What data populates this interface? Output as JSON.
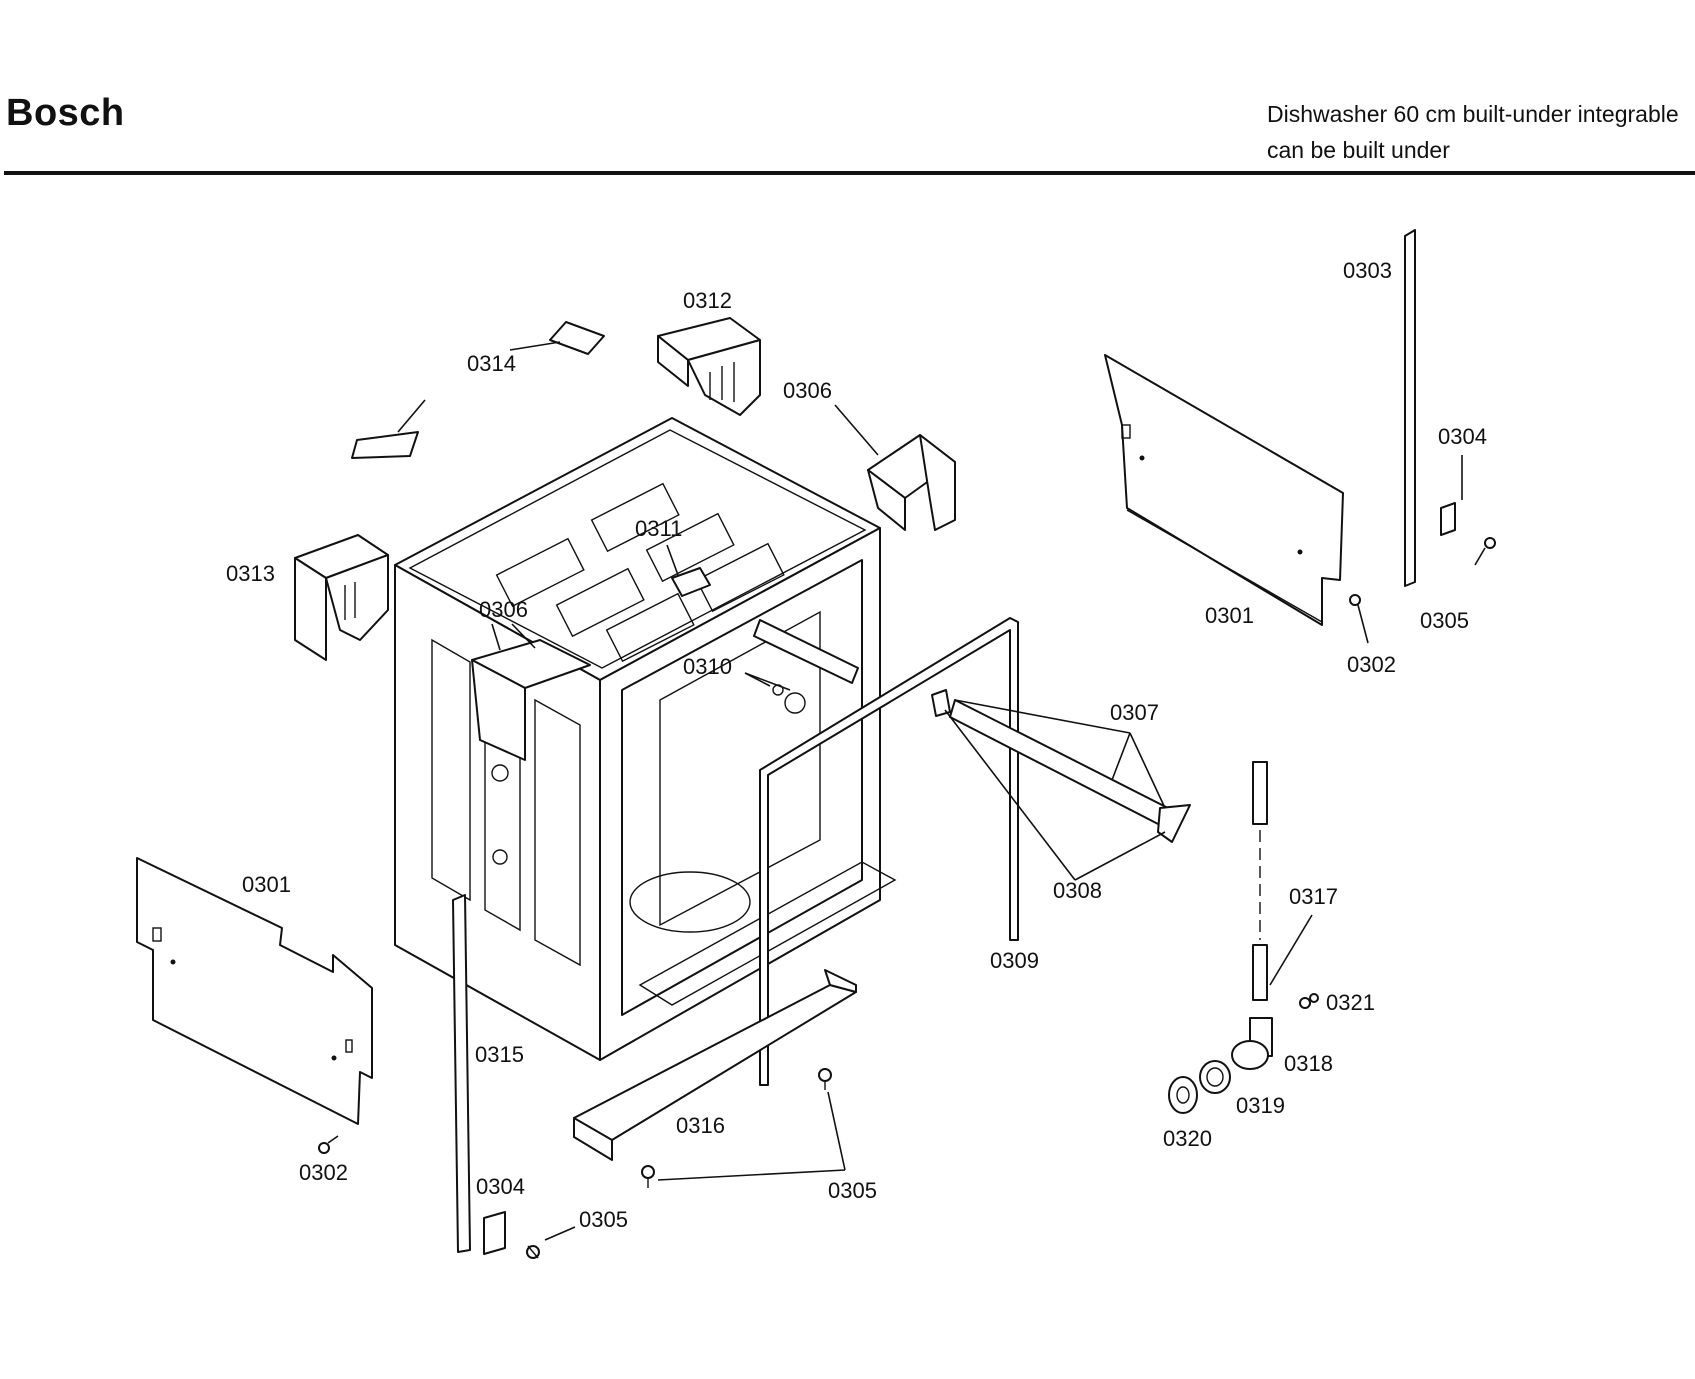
{
  "header": {
    "brand": "Bosch",
    "description_line1": "Dishwasher 60 cm built-under integrable",
    "description_line2": "can be built under"
  },
  "part_labels": {
    "p0312": "0312",
    "p0314": "0314",
    "p0306_top": "0306",
    "p0303": "0303",
    "p0304_right": "0304",
    "p0311": "0311",
    "p0313": "0313",
    "p0306_mid": "0306",
    "p0301_right": "0301",
    "p0305_right": "0305",
    "p0302_right": "0302",
    "p0310": "0310",
    "p0307": "0307",
    "p0301_left": "0301",
    "p0308": "0308",
    "p0317": "0317",
    "p0309": "0309",
    "p0321": "0321",
    "p0315": "0315",
    "p0318": "0318",
    "p0319": "0319",
    "p0316": "0316",
    "p0320": "0320",
    "p0302_left": "0302",
    "p0304_left": "0304",
    "p0305_bottom": "0305",
    "p0305_left": "0305"
  }
}
